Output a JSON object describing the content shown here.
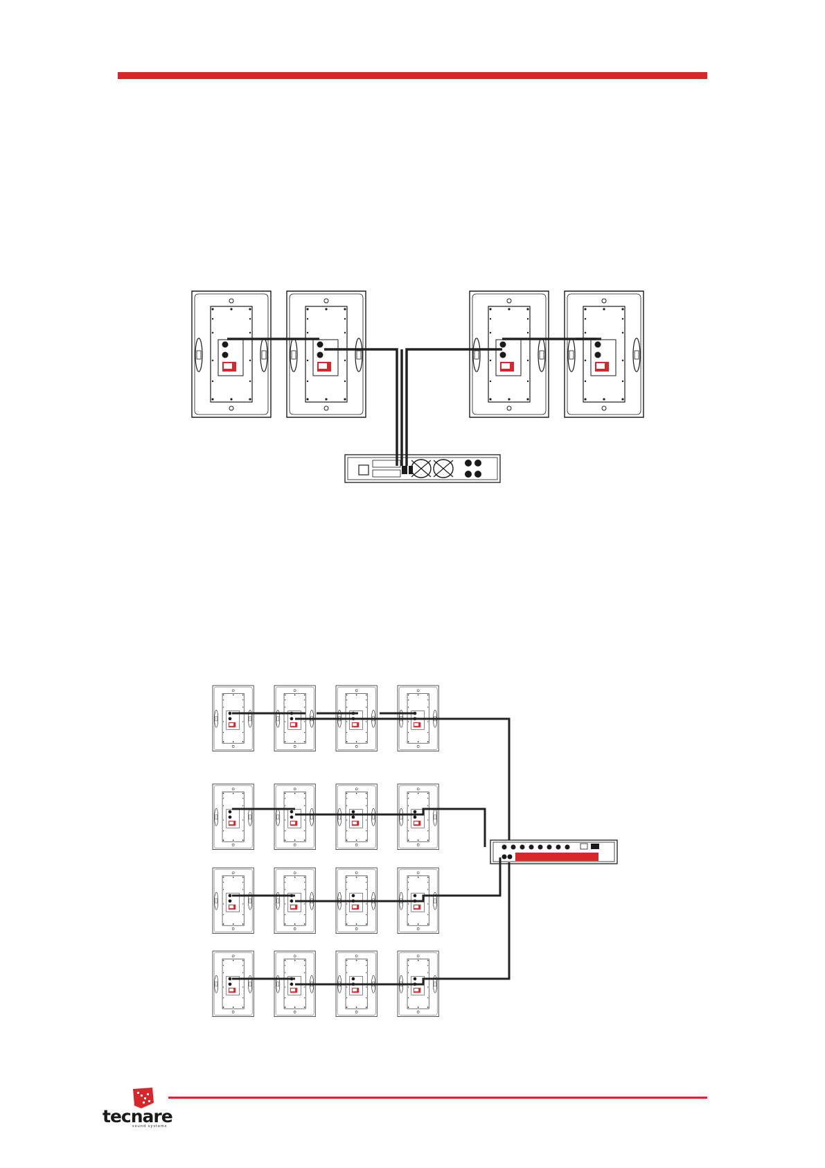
{
  "colors": {
    "accent": "#d9262a",
    "line": "#1a1a1a",
    "cable": "#222222"
  },
  "diagrams": [
    {
      "name": "four-speakers-one-amplifier",
      "speakers": 4,
      "amplifier_type": "rear-panel-two-channel"
    },
    {
      "name": "sixteen-speakers-one-amplifier",
      "speakers": 16,
      "rows": 4,
      "columns": 4,
      "amplifier_type": "multichannel-rack"
    }
  ],
  "logo": {
    "brand": "tecnare",
    "tagline": "sound systems",
    "icon": "tecnare-logo-icon"
  }
}
